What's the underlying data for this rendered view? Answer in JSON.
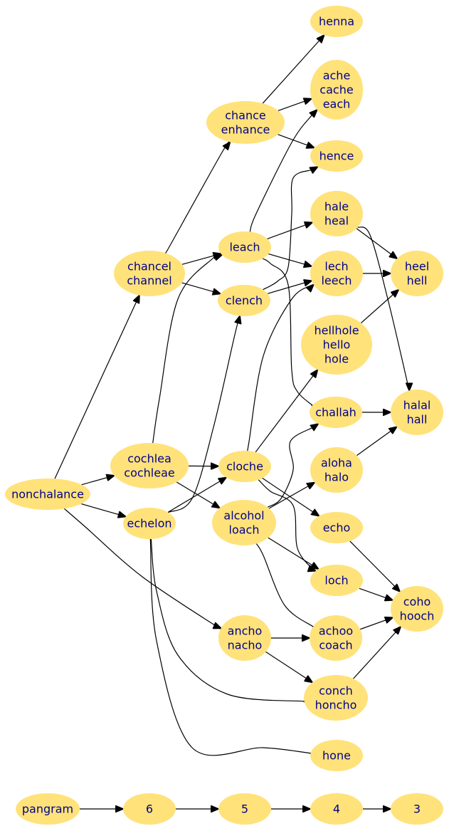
{
  "colors": {
    "node_fill": "#ffe27a",
    "label": "#00008b",
    "edge": "#000000",
    "background": "#ffffff"
  },
  "nodes": [
    {
      "id": "henna",
      "lines": [
        "henna"
      ]
    },
    {
      "id": "ache",
      "lines": [
        "ache",
        "cache",
        "each"
      ]
    },
    {
      "id": "chance",
      "lines": [
        "chance",
        "enhance"
      ]
    },
    {
      "id": "hence",
      "lines": [
        "hence"
      ]
    },
    {
      "id": "hale",
      "lines": [
        "hale",
        "heal"
      ]
    },
    {
      "id": "leach",
      "lines": [
        "leach"
      ]
    },
    {
      "id": "chancel",
      "lines": [
        "chancel",
        "channel"
      ]
    },
    {
      "id": "lech",
      "lines": [
        "lech",
        "leech"
      ]
    },
    {
      "id": "heel",
      "lines": [
        "heel",
        "hell"
      ]
    },
    {
      "id": "clench",
      "lines": [
        "clench"
      ]
    },
    {
      "id": "hellhole",
      "lines": [
        "hellhole",
        "hello",
        "hole"
      ]
    },
    {
      "id": "challah",
      "lines": [
        "challah"
      ]
    },
    {
      "id": "halal",
      "lines": [
        "halal",
        "hall"
      ]
    },
    {
      "id": "cochlea",
      "lines": [
        "cochlea",
        "cochleae"
      ]
    },
    {
      "id": "cloche",
      "lines": [
        "cloche"
      ]
    },
    {
      "id": "aloha",
      "lines": [
        "aloha",
        "halo"
      ]
    },
    {
      "id": "nonchalance",
      "lines": [
        "nonchalance"
      ]
    },
    {
      "id": "alcohol",
      "lines": [
        "alcohol",
        "loach"
      ]
    },
    {
      "id": "echelon",
      "lines": [
        "echelon"
      ]
    },
    {
      "id": "echo",
      "lines": [
        "echo"
      ]
    },
    {
      "id": "loch",
      "lines": [
        "loch"
      ]
    },
    {
      "id": "coho",
      "lines": [
        "coho",
        "hooch"
      ]
    },
    {
      "id": "ancho",
      "lines": [
        "ancho",
        "nacho"
      ]
    },
    {
      "id": "achoo",
      "lines": [
        "achoo",
        "coach"
      ]
    },
    {
      "id": "conch",
      "lines": [
        "conch",
        "honcho"
      ]
    },
    {
      "id": "hone",
      "lines": [
        "hone"
      ]
    },
    {
      "id": "pangram",
      "lines": [
        "pangram"
      ]
    },
    {
      "id": "k6",
      "lines": [
        "6"
      ]
    },
    {
      "id": "k5",
      "lines": [
        "5"
      ]
    },
    {
      "id": "k4",
      "lines": [
        "4"
      ]
    },
    {
      "id": "k3",
      "lines": [
        "3"
      ]
    }
  ],
  "edges": [
    [
      "nonchalance",
      "chancel"
    ],
    [
      "nonchalance",
      "cochlea"
    ],
    [
      "nonchalance",
      "echelon"
    ],
    [
      "nonchalance",
      "ancho"
    ],
    [
      "chancel",
      "chance"
    ],
    [
      "chancel",
      "leach"
    ],
    [
      "chancel",
      "clench"
    ],
    [
      "chance",
      "henna"
    ],
    [
      "chance",
      "ache"
    ],
    [
      "chance",
      "hence"
    ],
    [
      "leach",
      "ache"
    ],
    [
      "leach",
      "hale"
    ],
    [
      "leach",
      "lech"
    ],
    [
      "leach",
      "challah"
    ],
    [
      "clench",
      "hence"
    ],
    [
      "clench",
      "lech"
    ],
    [
      "hale",
      "heel"
    ],
    [
      "hale",
      "halal"
    ],
    [
      "lech",
      "heel"
    ],
    [
      "hellhole",
      "heel"
    ],
    [
      "challah",
      "halal"
    ],
    [
      "aloha",
      "halal"
    ],
    [
      "cochlea",
      "leach"
    ],
    [
      "cochlea",
      "cloche"
    ],
    [
      "cochlea",
      "alcohol"
    ],
    [
      "echelon",
      "clench"
    ],
    [
      "echelon",
      "cloche"
    ],
    [
      "echelon",
      "conch"
    ],
    [
      "echelon",
      "hone"
    ],
    [
      "cloche",
      "lech"
    ],
    [
      "cloche",
      "hellhole"
    ],
    [
      "cloche",
      "echo"
    ],
    [
      "cloche",
      "loch"
    ],
    [
      "alcohol",
      "challah"
    ],
    [
      "alcohol",
      "aloha"
    ],
    [
      "alcohol",
      "loch"
    ],
    [
      "alcohol",
      "achoo"
    ],
    [
      "echo",
      "coho"
    ],
    [
      "loch",
      "coho"
    ],
    [
      "achoo",
      "coho"
    ],
    [
      "conch",
      "coho"
    ],
    [
      "ancho",
      "achoo"
    ],
    [
      "ancho",
      "conch"
    ],
    [
      "pangram",
      "k6"
    ],
    [
      "k6",
      "k5"
    ],
    [
      "k5",
      "k4"
    ],
    [
      "k4",
      "k3"
    ]
  ]
}
